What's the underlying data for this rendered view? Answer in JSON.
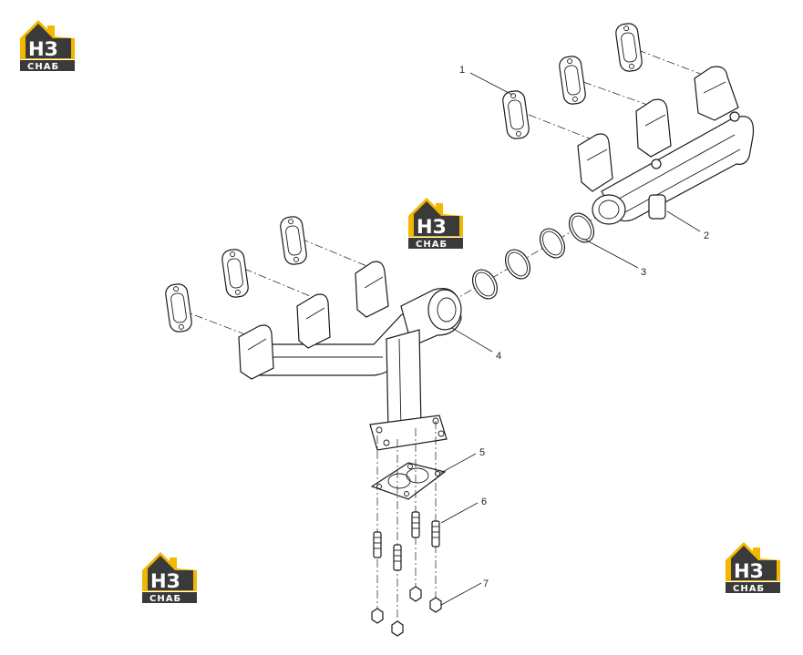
{
  "brand": {
    "logo_top": "НЗ",
    "logo_bottom": "СНАБ",
    "colors": {
      "accent": "#f2b800",
      "dark": "#3a3a3a",
      "white": "#ffffff"
    }
  },
  "callouts": [
    {
      "id": "1",
      "label": "1"
    },
    {
      "id": "2",
      "label": "2"
    },
    {
      "id": "3",
      "label": "3"
    },
    {
      "id": "4",
      "label": "4"
    },
    {
      "id": "5",
      "label": "5"
    },
    {
      "id": "6",
      "label": "6"
    },
    {
      "id": "7",
      "label": "7"
    }
  ]
}
